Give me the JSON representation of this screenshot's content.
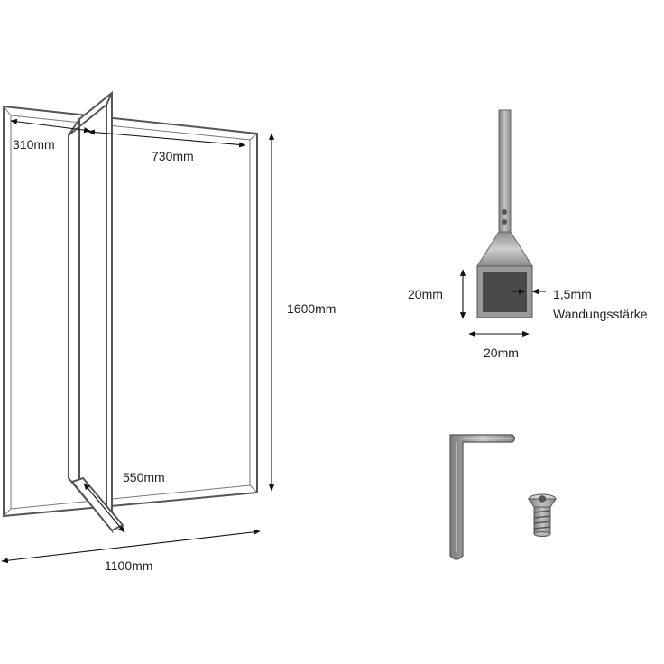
{
  "dimensions": {
    "depth_label": "310mm",
    "inner_width_label": "730mm",
    "height_label": "1600mm",
    "leg_label": "550mm",
    "total_width_label": "1100mm"
  },
  "profile": {
    "height_label": "20mm",
    "width_label": "20mm",
    "wall_label_line1": "1,5mm",
    "wall_label_line2": "Wandungsstärke"
  },
  "colors": {
    "frame": "#555555",
    "profile_fill": "#4a4a4a",
    "profile_metal": "#9a9a9a",
    "arrows": "#111111"
  },
  "icons": {
    "hex_key": "allen-key-icon",
    "screw": "countersunk-screw-icon"
  }
}
